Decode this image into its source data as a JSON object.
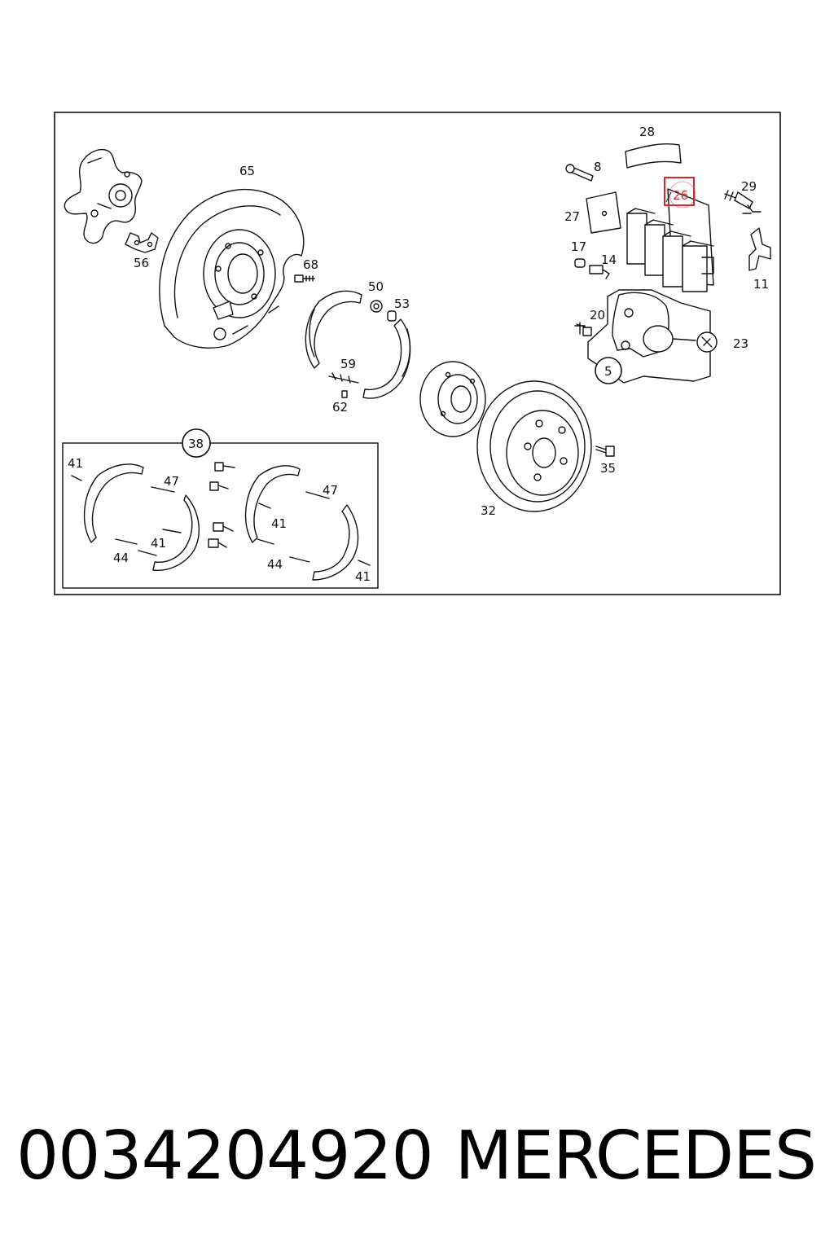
{
  "diagram": {
    "callouts": {
      "c65": "65",
      "c56": "56",
      "c68": "68",
      "c50": "50",
      "c53": "53",
      "c59": "59",
      "c62": "62",
      "c28": "28",
      "c8": "8",
      "c29": "29",
      "c26": "26",
      "c27": "27",
      "c17": "17",
      "c14": "14",
      "c11": "11",
      "c20": "20",
      "c23": "23",
      "c5": "5",
      "c35": "35",
      "c32": "32",
      "c38": "38",
      "c41a": "41",
      "c47a": "47",
      "c41b": "41",
      "c44a": "44",
      "c47b": "47",
      "c41c": "41",
      "c44b": "44",
      "c41d": "41"
    },
    "highlight_color": "#d9262b"
  },
  "footer": {
    "part_number": "0034204920",
    "brand": "MERCEDES"
  }
}
